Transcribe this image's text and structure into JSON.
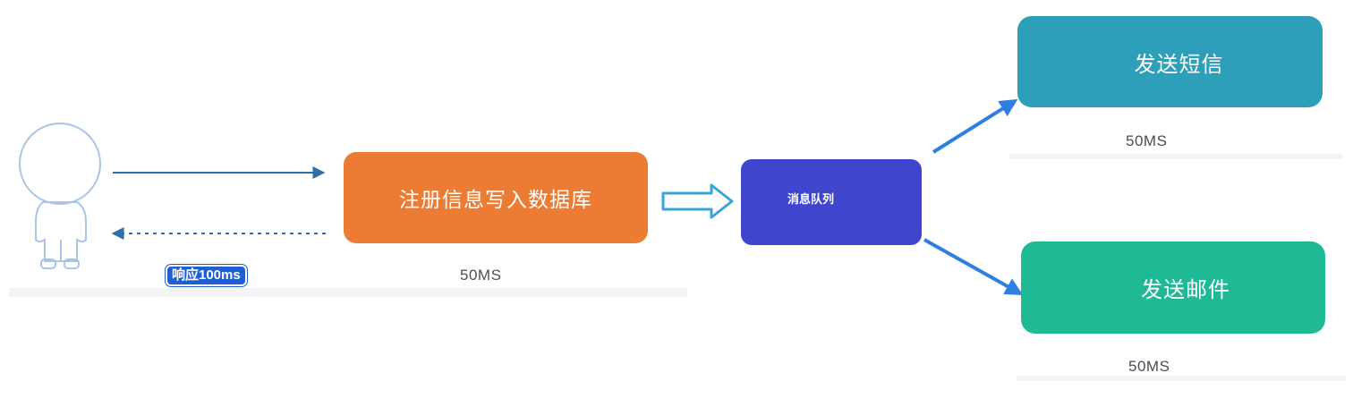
{
  "user_figure": {
    "icon": "person-outline-icon",
    "response_label": "响应100ms"
  },
  "boxes": {
    "db_write": {
      "label": "注册信息写入数据库",
      "time": "50MS"
    },
    "message_queue": {
      "label": "消息队列"
    },
    "send_sms": {
      "label": "发送短信",
      "time": "50MS"
    },
    "send_email": {
      "label": "发送邮件",
      "time": "50MS"
    }
  },
  "colors": {
    "db_write": "#ec7b33",
    "message_queue": "#3f46cd",
    "send_sms": "#2d9fb8",
    "send_email": "#1fb996",
    "arrow_line": "#2f6fa8",
    "queue_arrow": "#3aa3d8",
    "branch_arrow": "#2f7fe0",
    "figure_stroke": "#a9c4e6"
  }
}
